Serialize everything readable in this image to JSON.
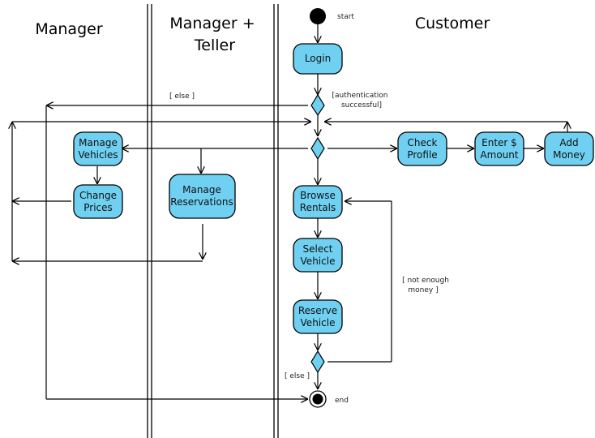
{
  "lanes": {
    "manager": "Manager",
    "manager_teller_line1": "Manager +",
    "manager_teller_line2": "Teller",
    "customer": "Customer"
  },
  "nodes": {
    "start": "start",
    "end": "end",
    "login": "Login",
    "manage_vehicles": [
      "Manage",
      "Vehicles"
    ],
    "change_prices": [
      "Change",
      "Prices"
    ],
    "manage_reservations": [
      "Manage",
      "Reservations"
    ],
    "check_profile": [
      "Check",
      "Profile"
    ],
    "enter_amount": [
      "Enter $",
      "Amount"
    ],
    "add_money": [
      "Add",
      "Money"
    ],
    "browse_rentals": [
      "Browse",
      "Rentals"
    ],
    "select_vehicle": [
      "Select",
      "Vehicle"
    ],
    "reserve_vehicle": [
      "Reserve",
      "Vehicle"
    ]
  },
  "guards": {
    "auth_else": "[ else ]",
    "auth_ok_line1": "[authentication",
    "auth_ok_line2": "successful]",
    "not_enough_line1": "[ not enough",
    "not_enough_line2": "money ]",
    "final_else": "[ else ]"
  },
  "colors": {
    "activity_fill": "#6fd0f2",
    "stroke": "#000000"
  }
}
